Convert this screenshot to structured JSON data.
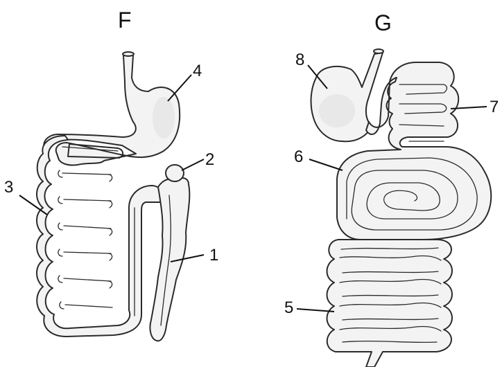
{
  "diagrams": {
    "left": {
      "title": "F",
      "labels": {
        "stomach": "4",
        "caecum": "2",
        "small_intestine": "3",
        "large_intestine": "1"
      }
    },
    "right": {
      "title": "G",
      "labels": {
        "stomach": "8",
        "duodenum_loops": "7",
        "spiral_colon": "6",
        "small_intestine": "5"
      }
    }
  }
}
